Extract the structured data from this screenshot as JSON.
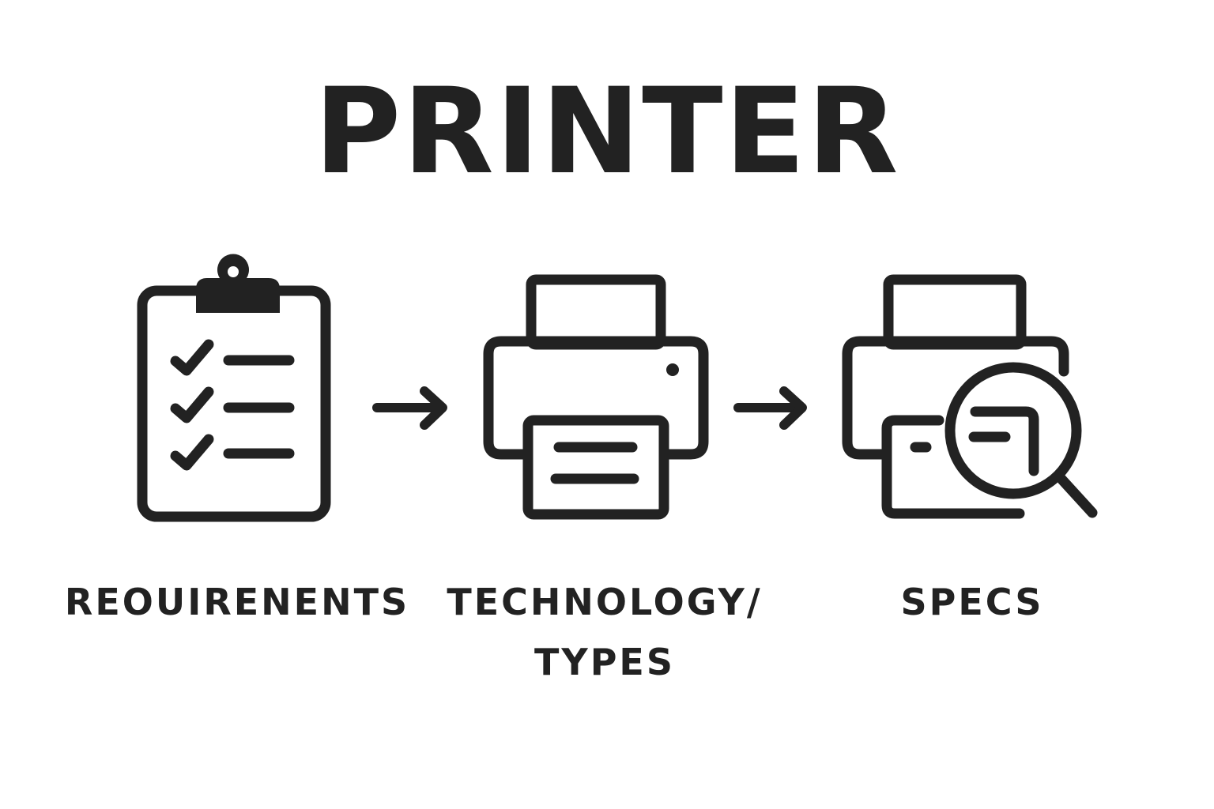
{
  "title": "PRINTER",
  "steps": [
    {
      "icon": "clipboard-checklist-icon",
      "label": "REOUIRENENTS"
    },
    {
      "icon": "printer-icon",
      "label_line1": "TECHNOLOGY/",
      "label_line2": "TYPES"
    },
    {
      "icon": "printer-magnifier-icon",
      "label": "SPECS"
    }
  ],
  "colors": {
    "ink": "#222222",
    "background": "#ffffff"
  }
}
